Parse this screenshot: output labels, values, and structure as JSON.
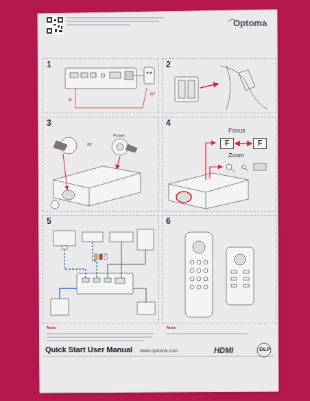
{
  "diagram": {
    "nodes": [
      {
        "text": [
          "1"
        ]
      },
      {
        "text": [
          "2"
        ]
      },
      {
        "text": [
          "3"
        ]
      },
      {
        "text": [
          "4"
        ]
      },
      {
        "text": [
          "F"
        ],
        "in": 3
      },
      {
        "text": [
          "F"
        ],
        "in": 3
      },
      {
        "text": [
          "5"
        ]
      },
      {
        "text": [
          "6"
        ]
      }
    ],
    "edges": [
      {
        "from": 4,
        "to": 5,
        "arrow": "both"
      }
    ],
    "labels": [
      "Optoma",
      "a",
      "b*",
      "or",
      "Power",
      "Focus",
      "Zoom",
      "Note",
      "Note",
      "Quick Start User Manual",
      "www.optoma.com",
      "HDMI",
      "DLP"
    ]
  }
}
